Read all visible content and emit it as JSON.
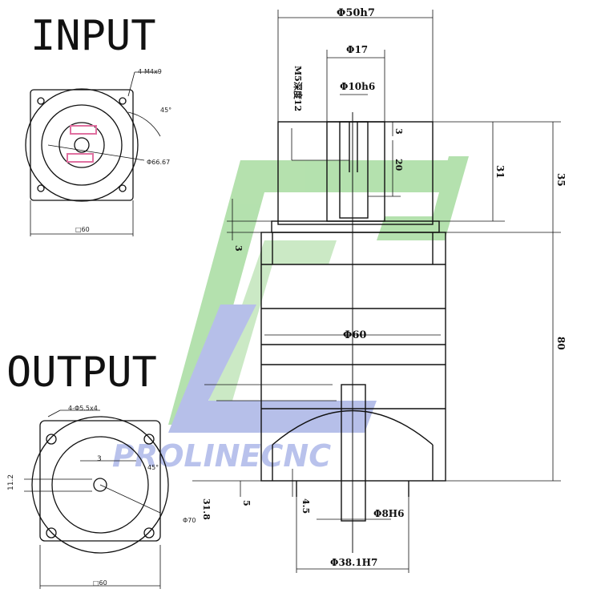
{
  "headings": {
    "input": "INPUT",
    "output": "OUTPUT"
  },
  "watermark": {
    "text": "PROLINECNC",
    "green": "#a8dca0",
    "blue": "#aab4e6"
  },
  "input_view": {
    "holes": "4-M4x9",
    "angle": "45°",
    "pcd": "Φ66.67",
    "width": "□60",
    "accent": "#e070a0"
  },
  "output_view": {
    "holes": "4-Φ5.5x4",
    "angle": "45°",
    "key": "3",
    "key_height": "11.2",
    "pcd": "Φ70",
    "width": "□60"
  },
  "side_view": {
    "top_dia": "Φ50h7",
    "hub_dia": "Φ17",
    "shaft_dia": "Φ10h6",
    "thread": "M5深度12",
    "d3_top": "3",
    "d20": "20",
    "d31": "31",
    "d35": "35",
    "d3_left": "3",
    "body_dia": "Φ60",
    "d80": "80",
    "d5": "5",
    "d4_5": "4.5",
    "d31_8": "31.8",
    "bore": "Φ8H6",
    "pilot": "Φ38.1H7"
  }
}
